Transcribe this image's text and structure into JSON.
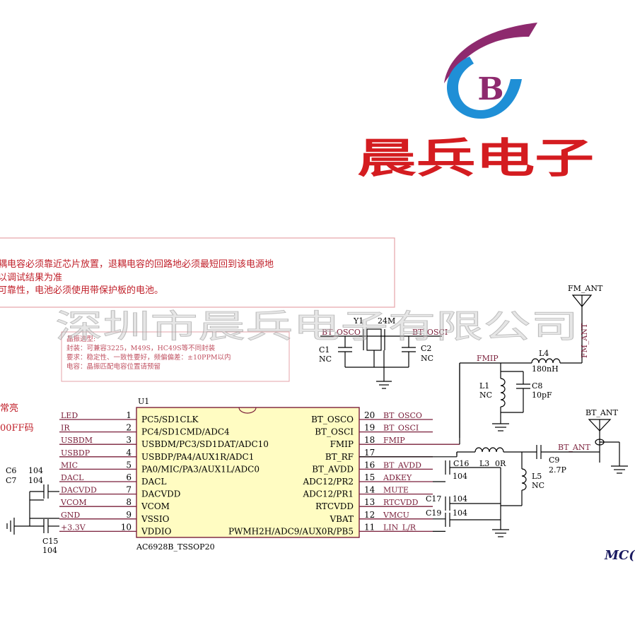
{
  "logo": {
    "letter": "B",
    "company_name": "晨兵电子",
    "colors": {
      "swoosh": "#8e2a6e",
      "ring": "#1f8fd6",
      "text": "#d41c20"
    }
  },
  "watermark": "深圳市晨兵电子有限公司",
  "notes": {
    "line1": "耦电容必须靠近芯片放置，退耦电容的回路地必须最短回到该电源地",
    "line2": "以调试结果为准",
    "line3": "可靠性，电池必须使用带保护板的电池。",
    "crystal_title": "晶振选型:",
    "crystal_l1": "封装：可兼容3225，M49S，HC49S等不同封装",
    "crystal_l2": "要求：稳定性、一致性要好，频偏偏差：±10PPM以内",
    "crystal_l3": "电容：晶振匹配电容位置请预留",
    "side1": "常亮",
    "side2": "00FF码"
  },
  "ic": {
    "ref": "U1",
    "part": "AC6928B_TSSOP20",
    "left_pins": [
      {
        "num": "1",
        "name": "PC5/SD1CLK",
        "net": "LED"
      },
      {
        "num": "2",
        "name": "PC4/SD1CMD/ADC4",
        "net": "IR"
      },
      {
        "num": "3",
        "name": "USBDM/PC3/SD1DAT/ADC10",
        "net": "USBDM"
      },
      {
        "num": "4",
        "name": "USBDP/PA4/AUX1R/ADC1",
        "net": "USBDP"
      },
      {
        "num": "5",
        "name": "PA0/MIC/PA3/AUX1L/ADC0",
        "net": "MIC"
      },
      {
        "num": "6",
        "name": "DACL",
        "net": "DACL"
      },
      {
        "num": "7",
        "name": "DACVDD",
        "net": "DACVDD"
      },
      {
        "num": "8",
        "name": "VCOM",
        "net": "VCOM"
      },
      {
        "num": "9",
        "name": "VSSIO",
        "net": "GND"
      },
      {
        "num": "10",
        "name": "VDDIO",
        "net": "+3.3V"
      }
    ],
    "right_pins": [
      {
        "num": "20",
        "name": "BT_OSCO",
        "net": "BT_OSCO"
      },
      {
        "num": "19",
        "name": "BT_OSCI",
        "net": "BT_OSCI"
      },
      {
        "num": "18",
        "name": "FMIP",
        "net": "FMIP"
      },
      {
        "num": "17",
        "name": "BT_RF",
        "net": ""
      },
      {
        "num": "16",
        "name": "BT_AVDD",
        "net": "BT_AVDD"
      },
      {
        "num": "15",
        "name": "ADC12/PR2",
        "net": "ADKEY"
      },
      {
        "num": "14",
        "name": "ADC12/PR1",
        "net": "MUTE"
      },
      {
        "num": "13",
        "name": "RTCVDD",
        "net": "RTCVDD"
      },
      {
        "num": "12",
        "name": "VBAT",
        "net": "VMCU"
      },
      {
        "num": "11",
        "name": "PWMH2H/ADC9/AUX0R/PB5",
        "net": "LIN_L/R"
      }
    ]
  },
  "crystal": {
    "ref": "Y1",
    "value": "24M",
    "osco_net": "BT_OSCO",
    "osci_net": "BT_OSCI",
    "c1_ref": "C1",
    "c1_val": "NC",
    "c2_ref": "C2",
    "c2_val": "NC"
  },
  "rf": {
    "fm_ant": "FM_ANT",
    "fm_ant_net": "FM_ANT",
    "fmip_net": "FMIP",
    "l4_ref": "L4",
    "l4_val": "180nH",
    "l1_ref": "L1",
    "l1_val": "NC",
    "c8_ref": "C8",
    "c8_val": "10pF",
    "bt_ant": "BT_ANT",
    "bt_ant_net": "BT_ANT",
    "c9_ref": "C9",
    "c9_val": "2.7P",
    "l3_ref": "L3",
    "l3_val": "0R",
    "l5_ref": "L5",
    "l5_val": "NC",
    "c16_ref": "C16",
    "c16_val": "104",
    "c17_ref": "C17",
    "c17_val": "104",
    "c19_ref": "C19",
    "c19_val": "104"
  },
  "left_caps": {
    "c6_ref": "C6",
    "c6_val": "104",
    "c7_ref": "C7",
    "c7_val": "104",
    "c15_ref": "C15",
    "c15_val": "104"
  },
  "corner_label": "MC("
}
